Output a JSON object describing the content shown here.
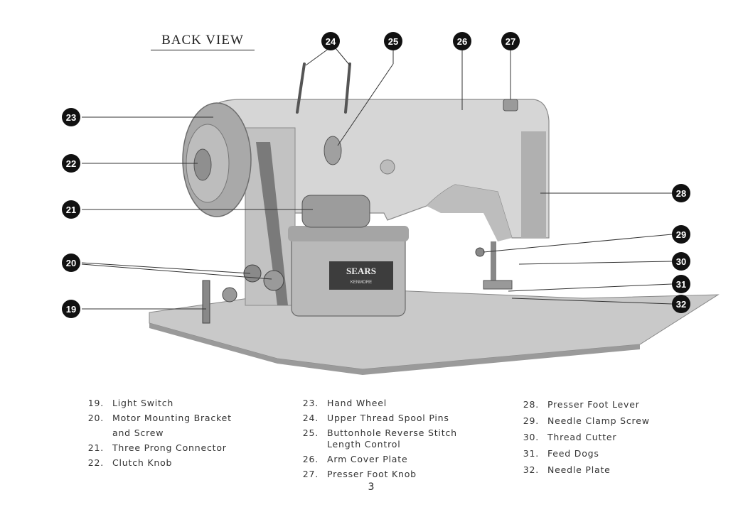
{
  "page": {
    "title": "BACK VIEW",
    "page_number": "3"
  },
  "callouts": [
    "19",
    "20",
    "21",
    "22",
    "23",
    "24",
    "25",
    "26",
    "27",
    "28",
    "29",
    "30",
    "31",
    "32"
  ],
  "legend": {
    "col1": [
      {
        "num": "19.",
        "label": "Light Switch"
      },
      {
        "num": "20.",
        "label": "Motor Mounting Bracket"
      },
      {
        "num": "",
        "label": "and Screw"
      },
      {
        "num": "21.",
        "label": "Three Prong Connector"
      },
      {
        "num": "22.",
        "label": "Clutch Knob"
      }
    ],
    "col2": [
      {
        "num": "23.",
        "label": "Hand Wheel"
      },
      {
        "num": "24.",
        "label": "Upper Thread Spool Pins"
      },
      {
        "num": "25.",
        "label": "Buttonhole Reverse Stitch"
      },
      {
        "num": "",
        "label": "Length Control"
      },
      {
        "num": "26.",
        "label": "Arm Cover Plate"
      },
      {
        "num": "27.",
        "label": "Presser Foot Knob"
      }
    ],
    "col3": [
      {
        "num": "28.",
        "label": "Presser Foot Lever"
      },
      {
        "num": "29.",
        "label": "Needle Clamp Screw"
      },
      {
        "num": "30.",
        "label": "Thread Cutter"
      },
      {
        "num": "31.",
        "label": "Feed Dogs"
      },
      {
        "num": "32.",
        "label": "Needle Plate"
      }
    ]
  },
  "badge": {
    "brand": "SEARS",
    "sub": "KENMORE"
  }
}
